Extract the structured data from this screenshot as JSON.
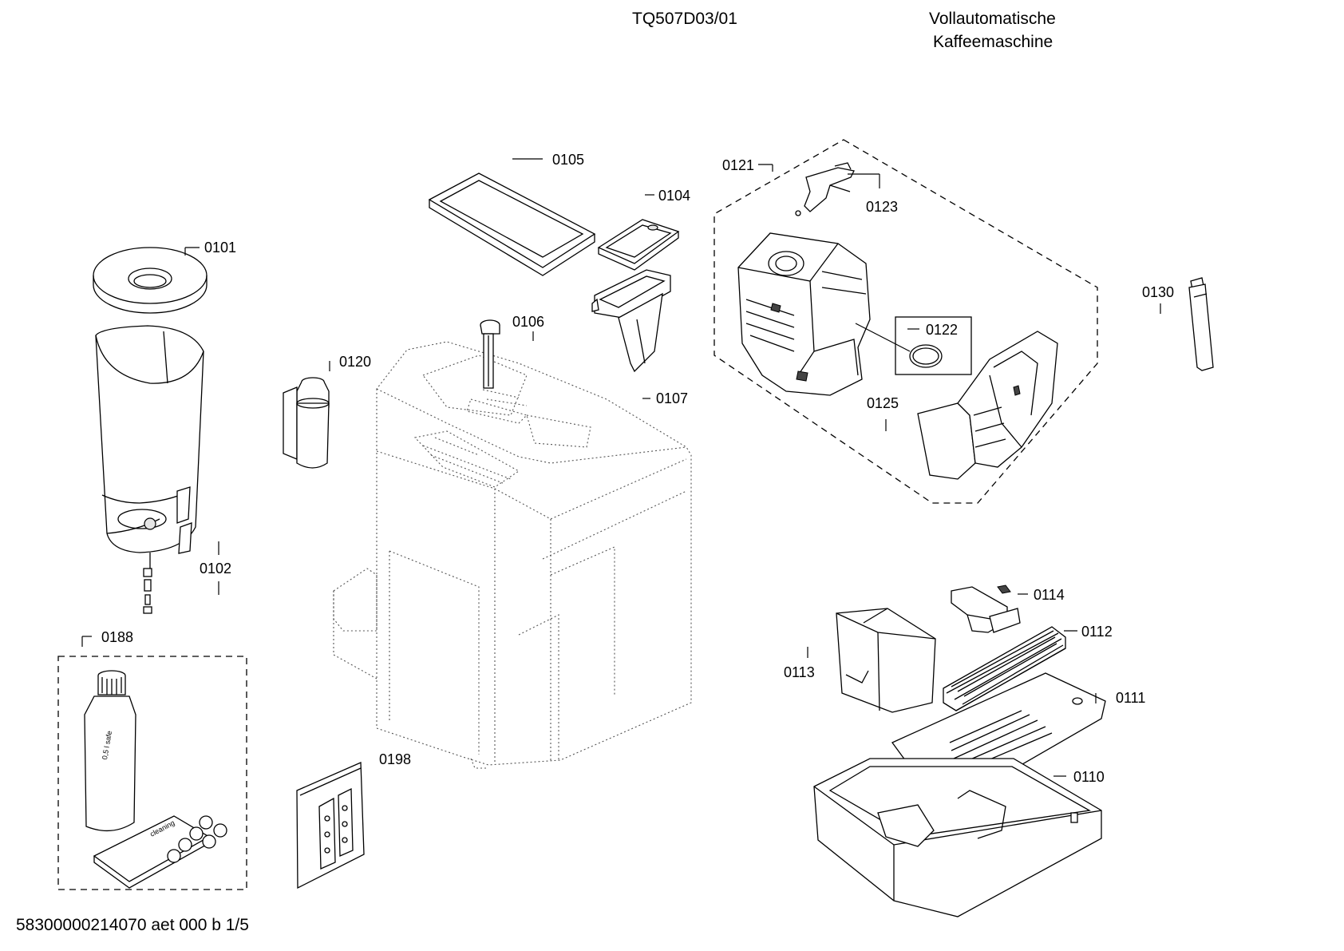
{
  "header": {
    "model": "TQ507D03/01",
    "title_line1": "Vollautomatische",
    "title_line2": "Kaffeemaschine"
  },
  "footer": {
    "doc_id": "58300000214070 aet 000 b 1/5"
  },
  "parts": {
    "p0101": "0101",
    "p0102": "0102",
    "p0104": "0104",
    "p0105": "0105",
    "p0106": "0106",
    "p0107": "0107",
    "p0110": "0110",
    "p0111": "0111",
    "p0112": "0112",
    "p0113": "0113",
    "p0114": "0114",
    "p0120": "0120",
    "p0121": "0121",
    "p0122": "0122",
    "p0123": "0123",
    "p0125": "0125",
    "p0130": "0130",
    "p0188": "0188",
    "p0198": "0198"
  },
  "icons": {
    "bean_container": "bean-container-icon",
    "water_filter": "water-filter-icon",
    "brewing_unit": "brewing-unit-icon",
    "drip_tray": "drip-tray-icon",
    "grease_tube": "grease-tube-icon",
    "care_kit": "care-kit-icon",
    "sample_bag": "sample-bag-icon"
  },
  "colors": {
    "line": "#000000",
    "background": "#ffffff",
    "machine_outline": "#555555"
  }
}
